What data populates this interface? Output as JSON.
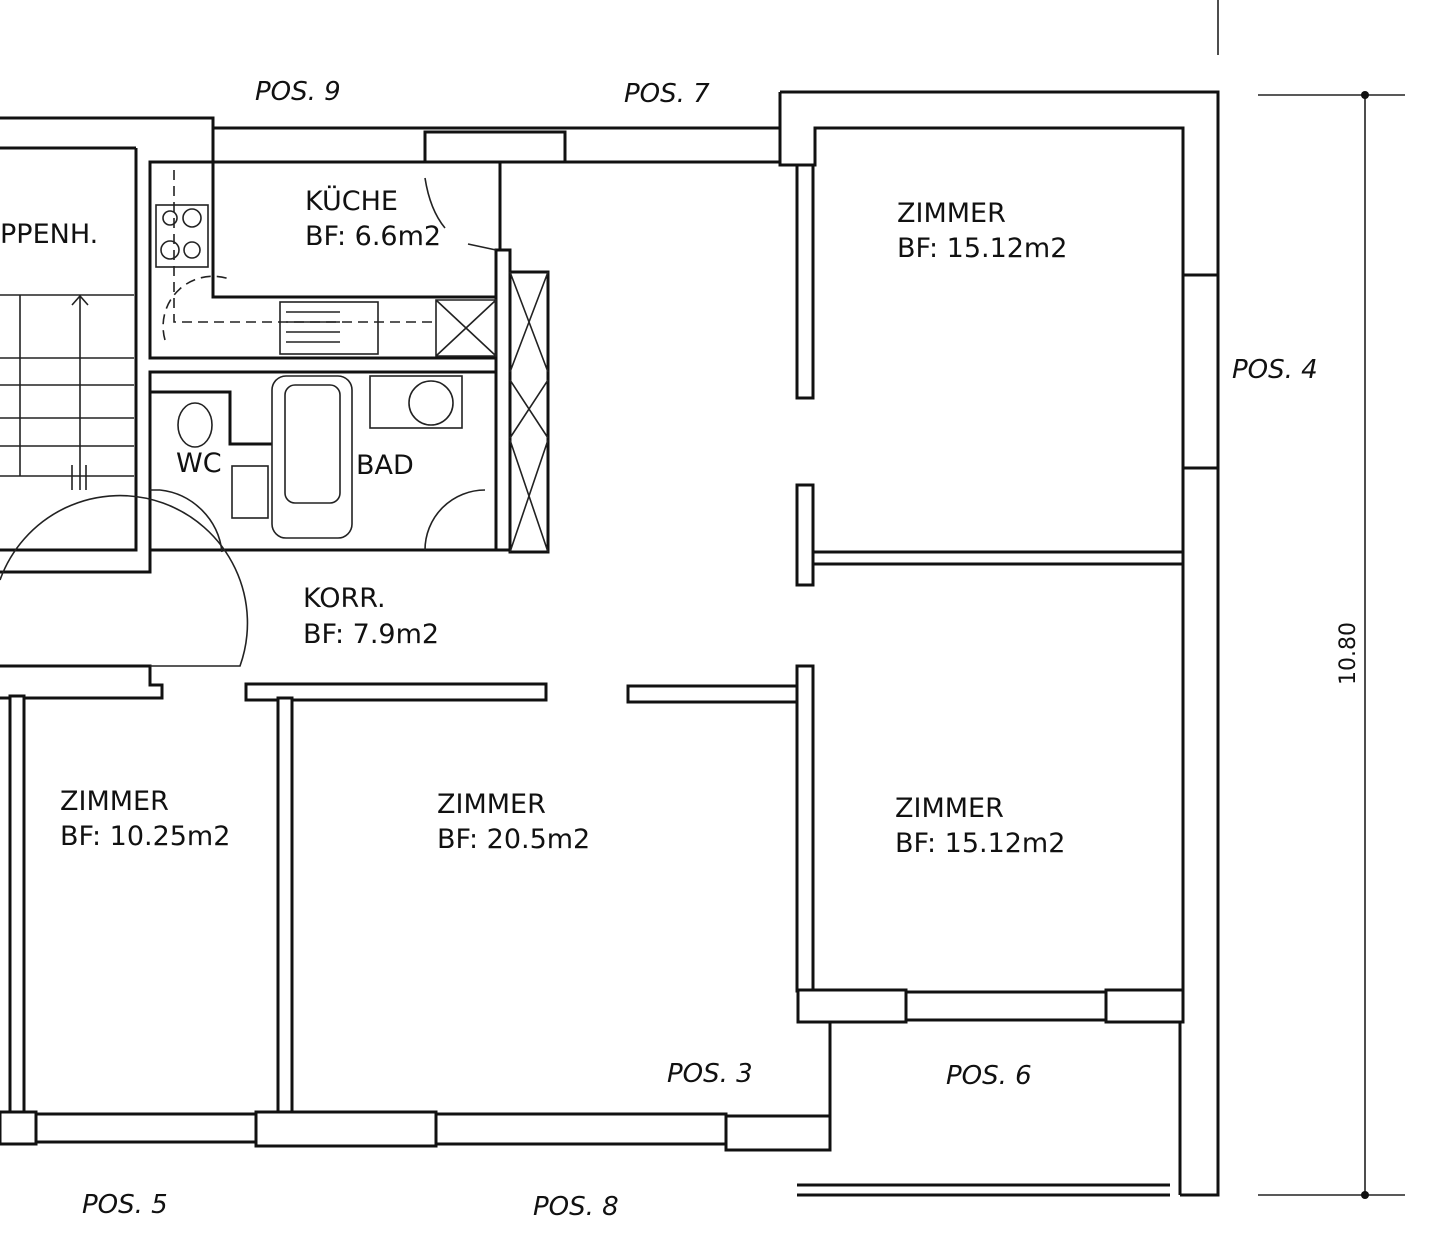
{
  "positions": {
    "pos9": "POS.  9",
    "pos7": "POS.  7",
    "pos4": "POS.  4",
    "pos3": "POS.  3",
    "pos5": "POS.  5",
    "pos8": "POS.  8",
    "pos6": "POS.  6"
  },
  "rooms": {
    "treppenhaus": {
      "name": "PPENH."
    },
    "kueche": {
      "name": "KÜCHE",
      "area": "BF:  6.6m2"
    },
    "wc": {
      "name": "WC"
    },
    "bad": {
      "name": "BAD"
    },
    "korridor": {
      "name": "KORR.",
      "area": "BF:  7.9m2"
    },
    "zimmer_ne": {
      "name": "ZIMMER",
      "area": "BF:  15.12m2"
    },
    "zimmer_se": {
      "name": "ZIMMER",
      "area": "BF:  15.12m2"
    },
    "zimmer_sw": {
      "name": "ZIMMER",
      "area": "BF:  10.25m2"
    },
    "zimmer_s": {
      "name": "ZIMMER",
      "area": "BF:  20.5m2"
    }
  },
  "dimension": {
    "height_label": "10.80"
  }
}
